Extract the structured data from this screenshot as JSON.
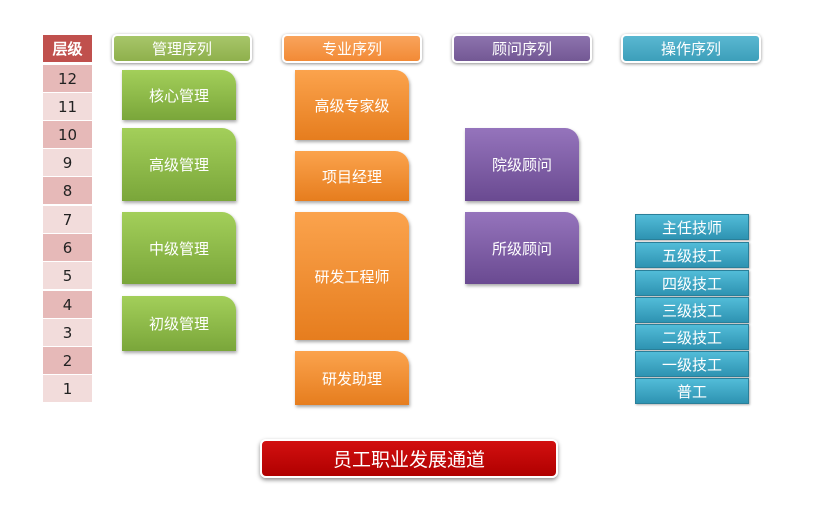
{
  "levels": {
    "header": "层级",
    "values": [
      12,
      11,
      10,
      9,
      8,
      7,
      6,
      5,
      4,
      3,
      2,
      1
    ]
  },
  "columns": [
    {
      "header": "管理序列",
      "color": "#9bbb59",
      "items": [
        "核心管理",
        "高级管理",
        "中级管理",
        "初级管理"
      ]
    },
    {
      "header": "专业序列",
      "color": "#f79646",
      "items": [
        "高级专家级",
        "项目经理",
        "研发工程师",
        "研发助理"
      ]
    },
    {
      "header": "顾问序列",
      "color": "#8064a2",
      "items": [
        "院级顾问",
        "所级顾问"
      ]
    },
    {
      "header": "操作序列",
      "color": "#4bacc6",
      "items": [
        "主任技师",
        "五级技工",
        "四级技工",
        "三级技工",
        "二级技工",
        "一级技工",
        "普工"
      ]
    }
  ],
  "banner": {
    "title": "员工职业发展通道",
    "color": "#c00000"
  },
  "colors": {
    "level_header": "#c0504d",
    "level_dark": "#e6b9b8",
    "level_light": "#f2dcdb"
  }
}
